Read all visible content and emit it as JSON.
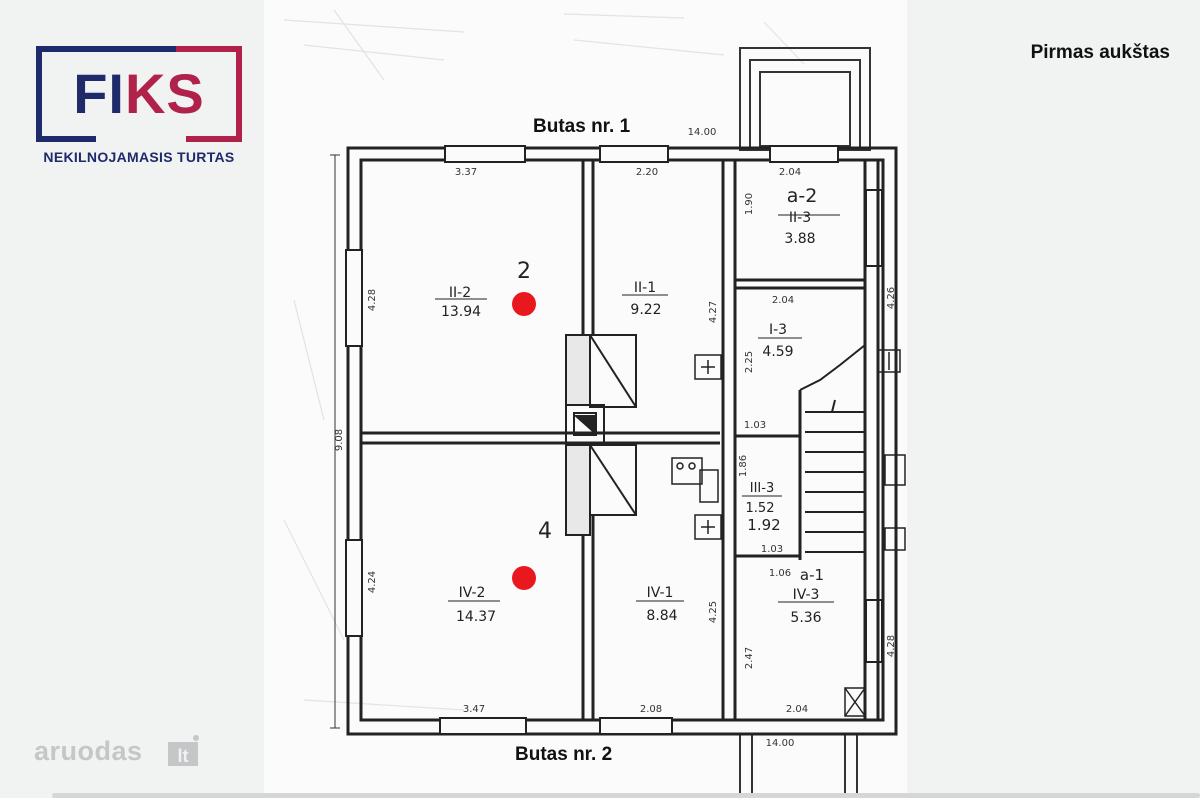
{
  "brand": {
    "logo_main": "FI",
    "logo_accent": "KS",
    "logo_subtitle": "NEKILNOJAMASIS TURTAS"
  },
  "floor_title": "Pirmas aukštas",
  "watermark": {
    "text": "aruodas",
    "suffix": "lt"
  },
  "plan": {
    "apartment_top": "Butas nr. 1",
    "apartment_bottom": "Butas nr. 2",
    "dimensions": {
      "top_total": "14.00",
      "top_left": "3.37",
      "top_mid": "2.20",
      "top_right": "2.04",
      "bottom_total": "14.00",
      "bottom_left": "3.47",
      "bottom_mid": "2.08",
      "bottom_right": "2.04",
      "left_total": "9.08",
      "left_upper": "4.28",
      "left_lower": "4.24",
      "mid_upper": "4.27",
      "mid_lower": "4.25",
      "right_upper": "4.26",
      "right_lower": "4.28",
      "hall_a": "1.90",
      "hall_b": "2.25",
      "hall_c": "2.47",
      "hall_d": "1.86",
      "hall_top": "2.04",
      "hall_e": "1.03",
      "hall_f": "1.06",
      "hall_g": "1.03"
    },
    "rooms": [
      {
        "code": "II-2",
        "area": "13.94",
        "mark": "2"
      },
      {
        "code": "II-1",
        "area": "9.22"
      },
      {
        "code": "a-2",
        "code2": "II-3",
        "area": "3.88"
      },
      {
        "code": "I-3",
        "area": "4.59"
      },
      {
        "code": "III-3",
        "area": "1.52",
        "area2": "1.92"
      },
      {
        "code": "IV-2",
        "area": "14.37",
        "mark": "4"
      },
      {
        "code": "IV-1",
        "area": "8.84"
      },
      {
        "code": "a-1",
        "code2": "IV-3",
        "area": "5.36"
      }
    ]
  }
}
